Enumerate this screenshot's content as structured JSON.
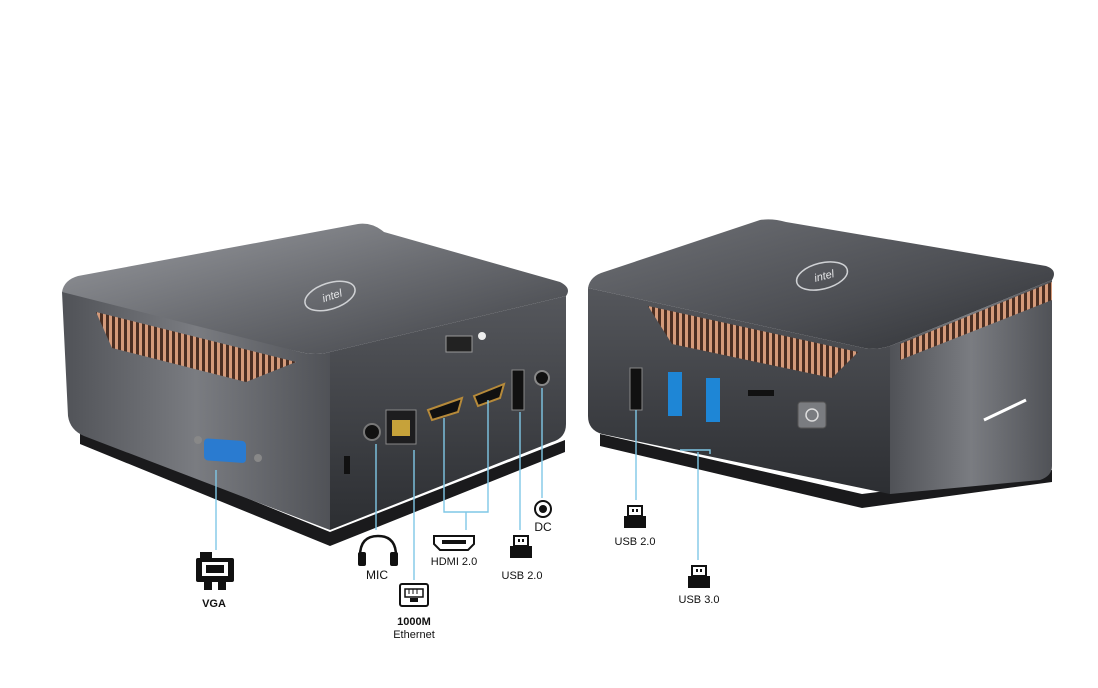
{
  "devices": {
    "left_unit": {
      "brand_logo": "intel"
    },
    "right_unit": {
      "brand_logo": "intel"
    }
  },
  "port_labels": {
    "vga": "VGA",
    "mic": "MIC",
    "ethernet_line1": "1000M",
    "ethernet_line2": "Ethernet",
    "hdmi": "HDMI 2.0",
    "usb2_back": "USB 2.0",
    "dc": "DC",
    "usb2_front": "USB 2.0",
    "usb3_front": "USB 3.0"
  },
  "icons": [
    "vga-icon",
    "headphones-icon",
    "ethernet-icon",
    "hdmi-icon",
    "usb-icon",
    "dc-icon"
  ],
  "colors": {
    "leader_line": "#7fc7e6",
    "usb3_blue": "#1e86d6",
    "vga_blue": "#2a7bd0",
    "copper_fins": "#c8876a",
    "case_dark": "#3b3d42"
  }
}
